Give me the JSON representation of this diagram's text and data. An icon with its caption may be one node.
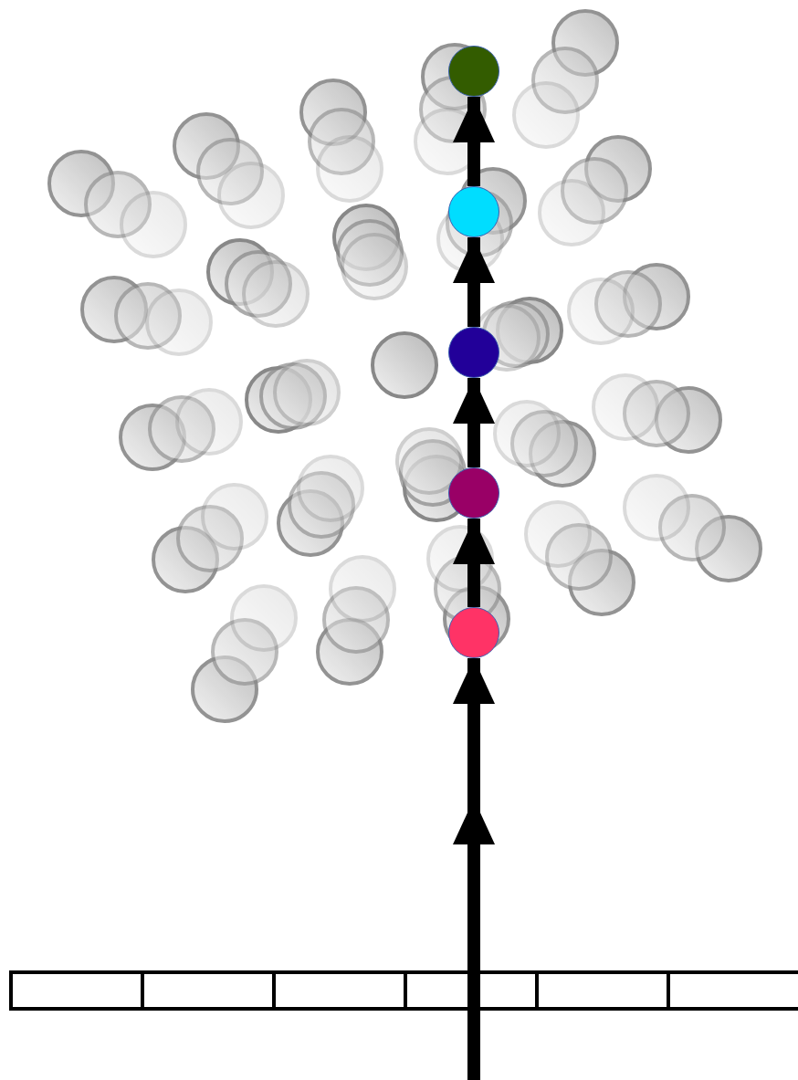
{
  "diagram": {
    "nodes": [
      {
        "text": [],
        "shape": "circle"
      },
      {
        "text": [],
        "shape": "circle"
      },
      {
        "text": [],
        "shape": "circle"
      },
      {
        "text": [],
        "shape": "circle"
      },
      {
        "text": [],
        "shape": "circle"
      }
    ],
    "edges": [
      {
        "from": null,
        "to": 4,
        "arrow": "to"
      },
      {
        "from": 4,
        "to": 3,
        "arrow": "to"
      },
      {
        "from": 3,
        "to": 2,
        "arrow": "to"
      },
      {
        "from": 2,
        "to": 1,
        "arrow": "to"
      },
      {
        "from": 1,
        "to": 0,
        "arrow": "to"
      }
    ]
  }
}
